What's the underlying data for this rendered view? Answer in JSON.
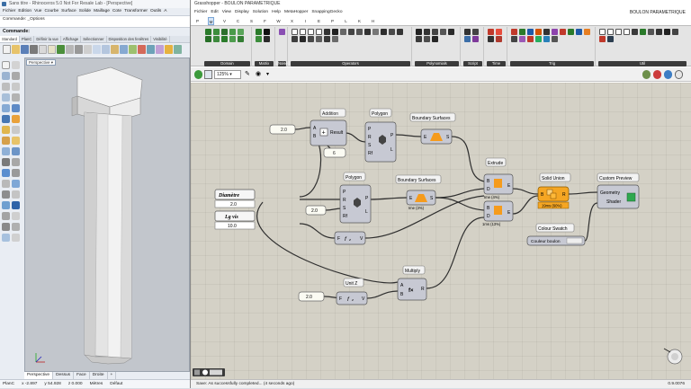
{
  "rhino": {
    "title": "Sans titre - Rhinoceros 5.0 Not For Resale Lab - [Perspective]",
    "menu": [
      "Fichier",
      "Edition",
      "Vue",
      "Courbe",
      "Surface",
      "Solide",
      "Maillage",
      "Cote",
      "Transformer",
      "Outils",
      "A"
    ],
    "command_history": [
      "Commande: _Options"
    ],
    "command_prompt": "Commande:",
    "toolbar_tabs": [
      "Standard",
      "PlanC",
      "Définir la vue",
      "Affichage",
      "Sélectionner",
      "Disposition des fenêtres",
      "Visibilité"
    ],
    "viewport_label": "Perspective",
    "viewport_tabs": [
      "Perspective",
      "Dessus",
      "Face",
      "Droite"
    ],
    "status": {
      "plane": "PlanC",
      "x": "x -2.897",
      "y": "y 54.928",
      "z": "z 0.000",
      "units": "Mètres",
      "layer": "Défaut"
    }
  },
  "gh": {
    "title": "Grasshopper - BOULON PARAMETRIQUE",
    "document_name": "BOULON PARAMETRIQUE",
    "menu": [
      "Fichier",
      "Edit",
      "View",
      "Display",
      "Solution",
      "Help",
      "MetaHopper",
      "SnappingGecko"
    ],
    "ribbon_tabs": [
      "P",
      "M",
      "V",
      "C",
      "S",
      "F",
      "W",
      "X",
      "I",
      "E",
      "P",
      "L",
      "K",
      "H"
    ],
    "ribbon_groups": [
      "Domain",
      "Matrix",
      "Noise",
      "Operators",
      "Polynomials",
      "Script",
      "Time",
      "Trig",
      "Util"
    ],
    "zoom": "125%",
    "status": "Save: As successfully completed... (4 seconds ago)",
    "version": "0.9.0076",
    "colors": {
      "canvas": "#d4d1c6",
      "node": "#c7c9d3",
      "selected_node": "#f5a623",
      "wire": "#2f2f2f"
    },
    "nodes": {
      "addition": {
        "title": "Addition",
        "inputs": [
          "A",
          "B"
        ],
        "label": "Result"
      },
      "polygon1": {
        "title": "Polygon",
        "inputs": [
          "P",
          "R",
          "S",
          "Rf"
        ],
        "outputs": [
          "P",
          "L"
        ]
      },
      "boundary1": {
        "title": "Boundary Surfaces",
        "inputs": [
          "E"
        ],
        "outputs": [
          "S"
        ]
      },
      "polygon2": {
        "title": "Polygon",
        "inputs": [
          "P",
          "R",
          "S",
          "Rf"
        ],
        "outputs": [
          "P",
          "L"
        ]
      },
      "boundary2": {
        "title": "Boundary Surfaces",
        "inputs": [
          "E"
        ],
        "outputs": [
          "S"
        ],
        "tag": "Ime (3%)"
      },
      "extrude": {
        "title": "Extrude",
        "inputs": [
          "B",
          "D"
        ],
        "outputs": [
          "E"
        ],
        "tag1": "Ime (4%)",
        "tag2": "1ms (13%)"
      },
      "solid_union": {
        "title": "Solid Union",
        "inputs": [
          "B"
        ],
        "outputs": [
          "R"
        ],
        "tag": "19ms (60%)"
      },
      "custom_preview": {
        "title": "Custom Preview",
        "inputs": [
          "Geometry",
          "Shader"
        ]
      },
      "colour_swatch": {
        "title": "Colour Swatch",
        "value": "Couleur boulon"
      },
      "unit_z": {
        "title": "Unit Z",
        "inputs": [
          "F"
        ],
        "outputs": [
          "V"
        ]
      },
      "multiply": {
        "title": "Multiply",
        "inputs": [
          "A",
          "B"
        ],
        "outputs": [
          "R"
        ]
      },
      "unit_z_upper": {
        "inputs": [
          "F"
        ],
        "outputs": [
          "V"
        ]
      }
    },
    "sliders": {
      "diametre": {
        "label": "Diamètre",
        "value": "2.0"
      },
      "lg_vis": {
        "label": "Lg vis",
        "value": "10.0"
      }
    },
    "panels": {
      "p_add_a": "2.0",
      "p_add_b": "6",
      "p_poly_r": "2.0",
      "p_unit_z": "2.0"
    }
  }
}
